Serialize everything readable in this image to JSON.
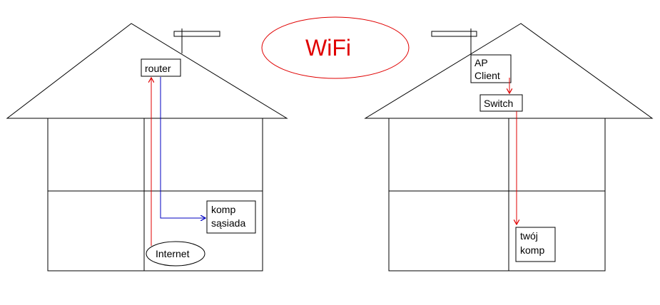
{
  "title": "WiFi",
  "left_house": {
    "router_label": "router",
    "neighbor_pc_line1": "komp",
    "neighbor_pc_line2": "sąsiada",
    "internet_label": "Internet"
  },
  "right_house": {
    "ap_client_line1": "AP",
    "ap_client_line2": "Client",
    "switch_label": "Switch",
    "your_pc_line1": "twój",
    "your_pc_line2": "komp"
  },
  "colors": {
    "red": "#e00000",
    "blue": "#0000c0",
    "line": "#000000"
  }
}
